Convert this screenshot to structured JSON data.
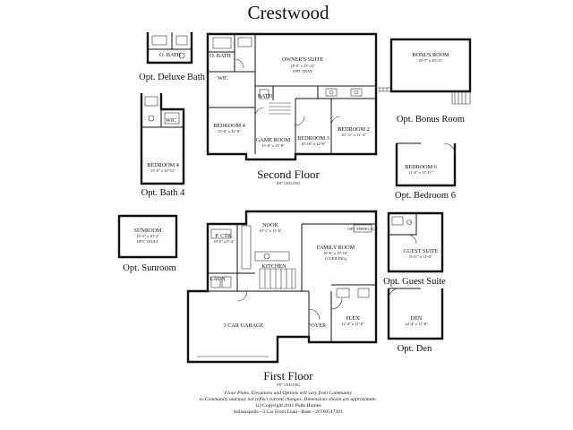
{
  "title": "Crestwood",
  "second_floor": {
    "label": "Second Floor",
    "ceiling": "8'0\" CEILING",
    "rooms": [
      {
        "key": "obath",
        "name": "O. BATH",
        "dim": ""
      },
      {
        "key": "owners",
        "name": "OWNER'S SUITE",
        "dim": "14'-0\" x 15'-11\"",
        "extra": "OPT. TRAY"
      },
      {
        "key": "wic",
        "name": "WIC",
        "dim": ""
      },
      {
        "key": "bed4",
        "name": "BEDROOM 4",
        "dim": "15'-0\" x 12'-8\""
      },
      {
        "key": "game",
        "name": "GAME ROOM",
        "dim": "15'-0\" x 11'-8\""
      },
      {
        "key": "bed3",
        "name": "BEDROOM 3",
        "dim": "10'-10\" x 12'-6\""
      },
      {
        "key": "bed2",
        "name": "BEDROOM 2",
        "dim": "10'-11\" x 11'-4\""
      },
      {
        "key": "bath",
        "name": "BATH",
        "dim": ""
      }
    ]
  },
  "first_floor": {
    "label": "First Floor",
    "ceiling": "9'0\" CEILING",
    "rooms": [
      {
        "key": "nook",
        "name": "NOOK",
        "dim": "10'-1\" x 11'-6\""
      },
      {
        "key": "pctr",
        "name": "P. CTR.",
        "dim": "10'-5\" x 8'-4\""
      },
      {
        "key": "kitchen",
        "name": "KITCHEN",
        "dim": ""
      },
      {
        "key": "family",
        "name": "FAMILY ROOM",
        "dim": "18'-6\" x 15'-10\"",
        "extra": "(2 CEILING)"
      },
      {
        "key": "fireplace",
        "name": "OPT. FIREPLACE",
        "dim": ""
      },
      {
        "key": "laun",
        "name": "LAUN",
        "dim": ""
      },
      {
        "key": "garage",
        "name": "3 CAR GARAGE",
        "dim": ""
      },
      {
        "key": "foyer",
        "name": "FOYER",
        "dim": ""
      },
      {
        "key": "flex",
        "name": "FLEX",
        "dim": "12'-4\" x 11'-8\""
      }
    ]
  },
  "options": {
    "deluxe_bath": {
      "label": "Opt. Deluxe Bath",
      "room": "O. BATH"
    },
    "bath4": {
      "label": "Opt. Bath 4",
      "room": "BEDROOM 4",
      "dim": "15'-0\" x 10'-11\"",
      "wic": "WIC"
    },
    "bonus": {
      "label": "Opt. Bonus Room",
      "room": "BONUS ROOM",
      "dim": "18'-7\" x 10'-11\""
    },
    "bed6": {
      "label": "Opt. Bedroom 6",
      "room": "BEDROOM 6",
      "dim": "11'-0\" x 11'-11\""
    },
    "sunroom": {
      "label": "Opt. Sunroom",
      "room": "SUNROOM",
      "dim": "16'-1\" x 10'-2\"",
      "extra": "OPT. VAULT"
    },
    "guest": {
      "label": "Opt. Guest Suite",
      "room": "GUEST SUITE",
      "dim": "9'-11\" x 11'-0\""
    },
    "den": {
      "label": "Opt. Den",
      "room": "DEN",
      "dim": "12'-4\" x 11'-8\""
    }
  },
  "footer": {
    "line1": "Floor Plans, Elevations and Options will vary from Community",
    "line2": "to Community and may not reflect current changes.  Dimensions shown are approximate.",
    "line3": "(c) Copyright 2011 Pulte Homes",
    "line4": "Indianapolis - 3 Car Front Load - Base - 26760517201"
  }
}
